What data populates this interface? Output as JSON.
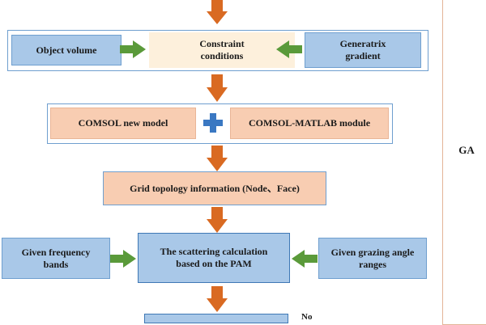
{
  "flow": {
    "row1": {
      "object_volume": "Object volume",
      "constraint_conditions": "Constraint conditions",
      "generatrix_gradient": "Generatrix gradient"
    },
    "row2": {
      "comsol_new_model": "COMSOL new model",
      "comsol_matlab_module": "COMSOL-MATLAB module"
    },
    "row3": {
      "grid_topology": "Grid topology information (Node、Face)"
    },
    "row4": {
      "given_frequency_bands": "Given frequency bands",
      "scattering_calculation": "The scattering calculation based on the PAM",
      "given_grazing_angle_ranges": "Given grazing angle ranges"
    },
    "decision_no": "No"
  },
  "side_panel": {
    "label": "GA"
  },
  "colors": {
    "orange_arrow": "#d96a22",
    "green_arrow": "#5a9a3a",
    "blue_plus": "#3a78c2",
    "blue_fill": "#a9c8e8",
    "peach_fill": "#f8cdb2",
    "cream_fill": "#fdf0dc",
    "frame_border": "#6f9fcf"
  }
}
